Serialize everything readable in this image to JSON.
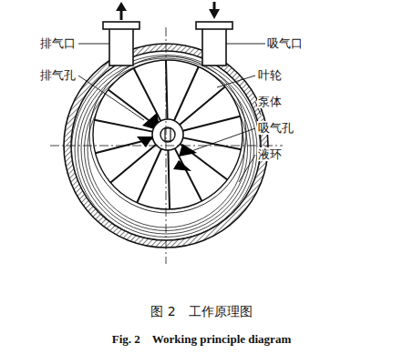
{
  "diagram": {
    "caption": "图 2　工作原理图",
    "labels": [
      "排气口",
      "排气孔",
      "吸气口",
      "叶轮",
      "泵体",
      "吸气孔",
      "液环",
      "Fig. 2　Working principle diagram"
    ]
  }
}
